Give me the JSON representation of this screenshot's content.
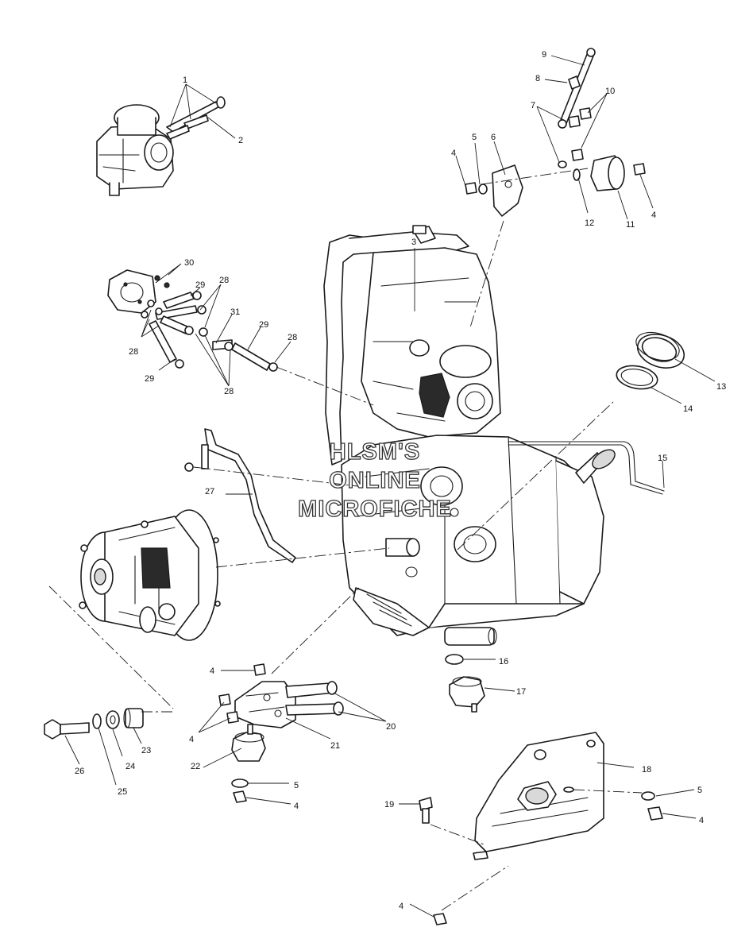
{
  "watermark": {
    "line1": "HLSM'S",
    "line2": "ONLINE",
    "line3": "MICROFICHE"
  },
  "callouts": [
    {
      "n": "1"
    },
    {
      "n": "2"
    },
    {
      "n": "9"
    },
    {
      "n": "8"
    },
    {
      "n": "10"
    },
    {
      "n": "7"
    },
    {
      "n": "6"
    },
    {
      "n": "5"
    },
    {
      "n": "4"
    },
    {
      "n": "12"
    },
    {
      "n": "11"
    },
    {
      "n": "4"
    },
    {
      "n": "3"
    },
    {
      "n": "30"
    },
    {
      "n": "29"
    },
    {
      "n": "28"
    },
    {
      "n": "31"
    },
    {
      "n": "29"
    },
    {
      "n": "28"
    },
    {
      "n": "28"
    },
    {
      "n": "29"
    },
    {
      "n": "28"
    },
    {
      "n": "13"
    },
    {
      "n": "14"
    },
    {
      "n": "15"
    },
    {
      "n": "27"
    },
    {
      "n": "16"
    },
    {
      "n": "17"
    },
    {
      "n": "4"
    },
    {
      "n": "20"
    },
    {
      "n": "4"
    },
    {
      "n": "21"
    },
    {
      "n": "22"
    },
    {
      "n": "23"
    },
    {
      "n": "24"
    },
    {
      "n": "26"
    },
    {
      "n": "25"
    },
    {
      "n": "5"
    },
    {
      "n": "4"
    },
    {
      "n": "18"
    },
    {
      "n": "5"
    },
    {
      "n": "4"
    },
    {
      "n": "19"
    },
    {
      "n": "4"
    }
  ]
}
